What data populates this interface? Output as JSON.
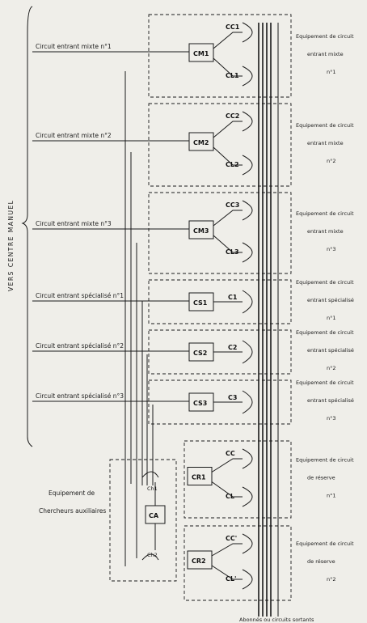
{
  "side_label": "VERS CENTRE MANUEL",
  "bottom_label": "Abonnés ou circuits sortants",
  "aux_group": {
    "line1": "Equipement de",
    "line2": "Chercheurs auxiliaires",
    "ca": "CA",
    "ch1": "Ch1",
    "ch2": "Ch2"
  },
  "rows": [
    {
      "input": "Circuit entrant mixte n°1",
      "box": "CM1",
      "top_contact": "CC1",
      "bottom_contact": "CL1",
      "eq": [
        "Equipement de circuit",
        "entrant mixte",
        "n°1"
      ]
    },
    {
      "input": "Circuit entrant mixte n°2",
      "box": "CM2",
      "top_contact": "CC2",
      "bottom_contact": "CL2",
      "eq": [
        "Equipement de circuit",
        "entrant mixte",
        "n°2"
      ]
    },
    {
      "input": "Circuit entrant mixte n°3",
      "box": "CM3",
      "top_contact": "CC3",
      "bottom_contact": "CL3",
      "eq": [
        "Equipement de circuit",
        "entrant mixte",
        "n°3"
      ]
    },
    {
      "input": "Circuit entrant spécialisé n°1",
      "box": "CS1",
      "contact": "C1",
      "eq": [
        "Equipement de circuit",
        "entrant spécialisé",
        "n°1"
      ]
    },
    {
      "input": "Circuit entrant spécialisé n°2",
      "box": "CS2",
      "contact": "C2",
      "eq": [
        "Equipement de circuit",
        "entrant spécialisé",
        "n°2"
      ]
    },
    {
      "input": "Circuit entrant spécialisé n°3",
      "box": "CS3",
      "contact": "C3",
      "eq": [
        "Equipement de circuit",
        "entrant spécialisé",
        "n°3"
      ]
    },
    {
      "box": "CR1",
      "top_contact": "CC",
      "bottom_contact": "CL",
      "eq": [
        "Equipement de circuit",
        "de réserve",
        "n°1"
      ]
    },
    {
      "box": "CR2",
      "top_contact": "CC'",
      "bottom_contact": "CL'",
      "eq": [
        "Equipement de circuit",
        "de réserve",
        "n°2"
      ]
    }
  ]
}
